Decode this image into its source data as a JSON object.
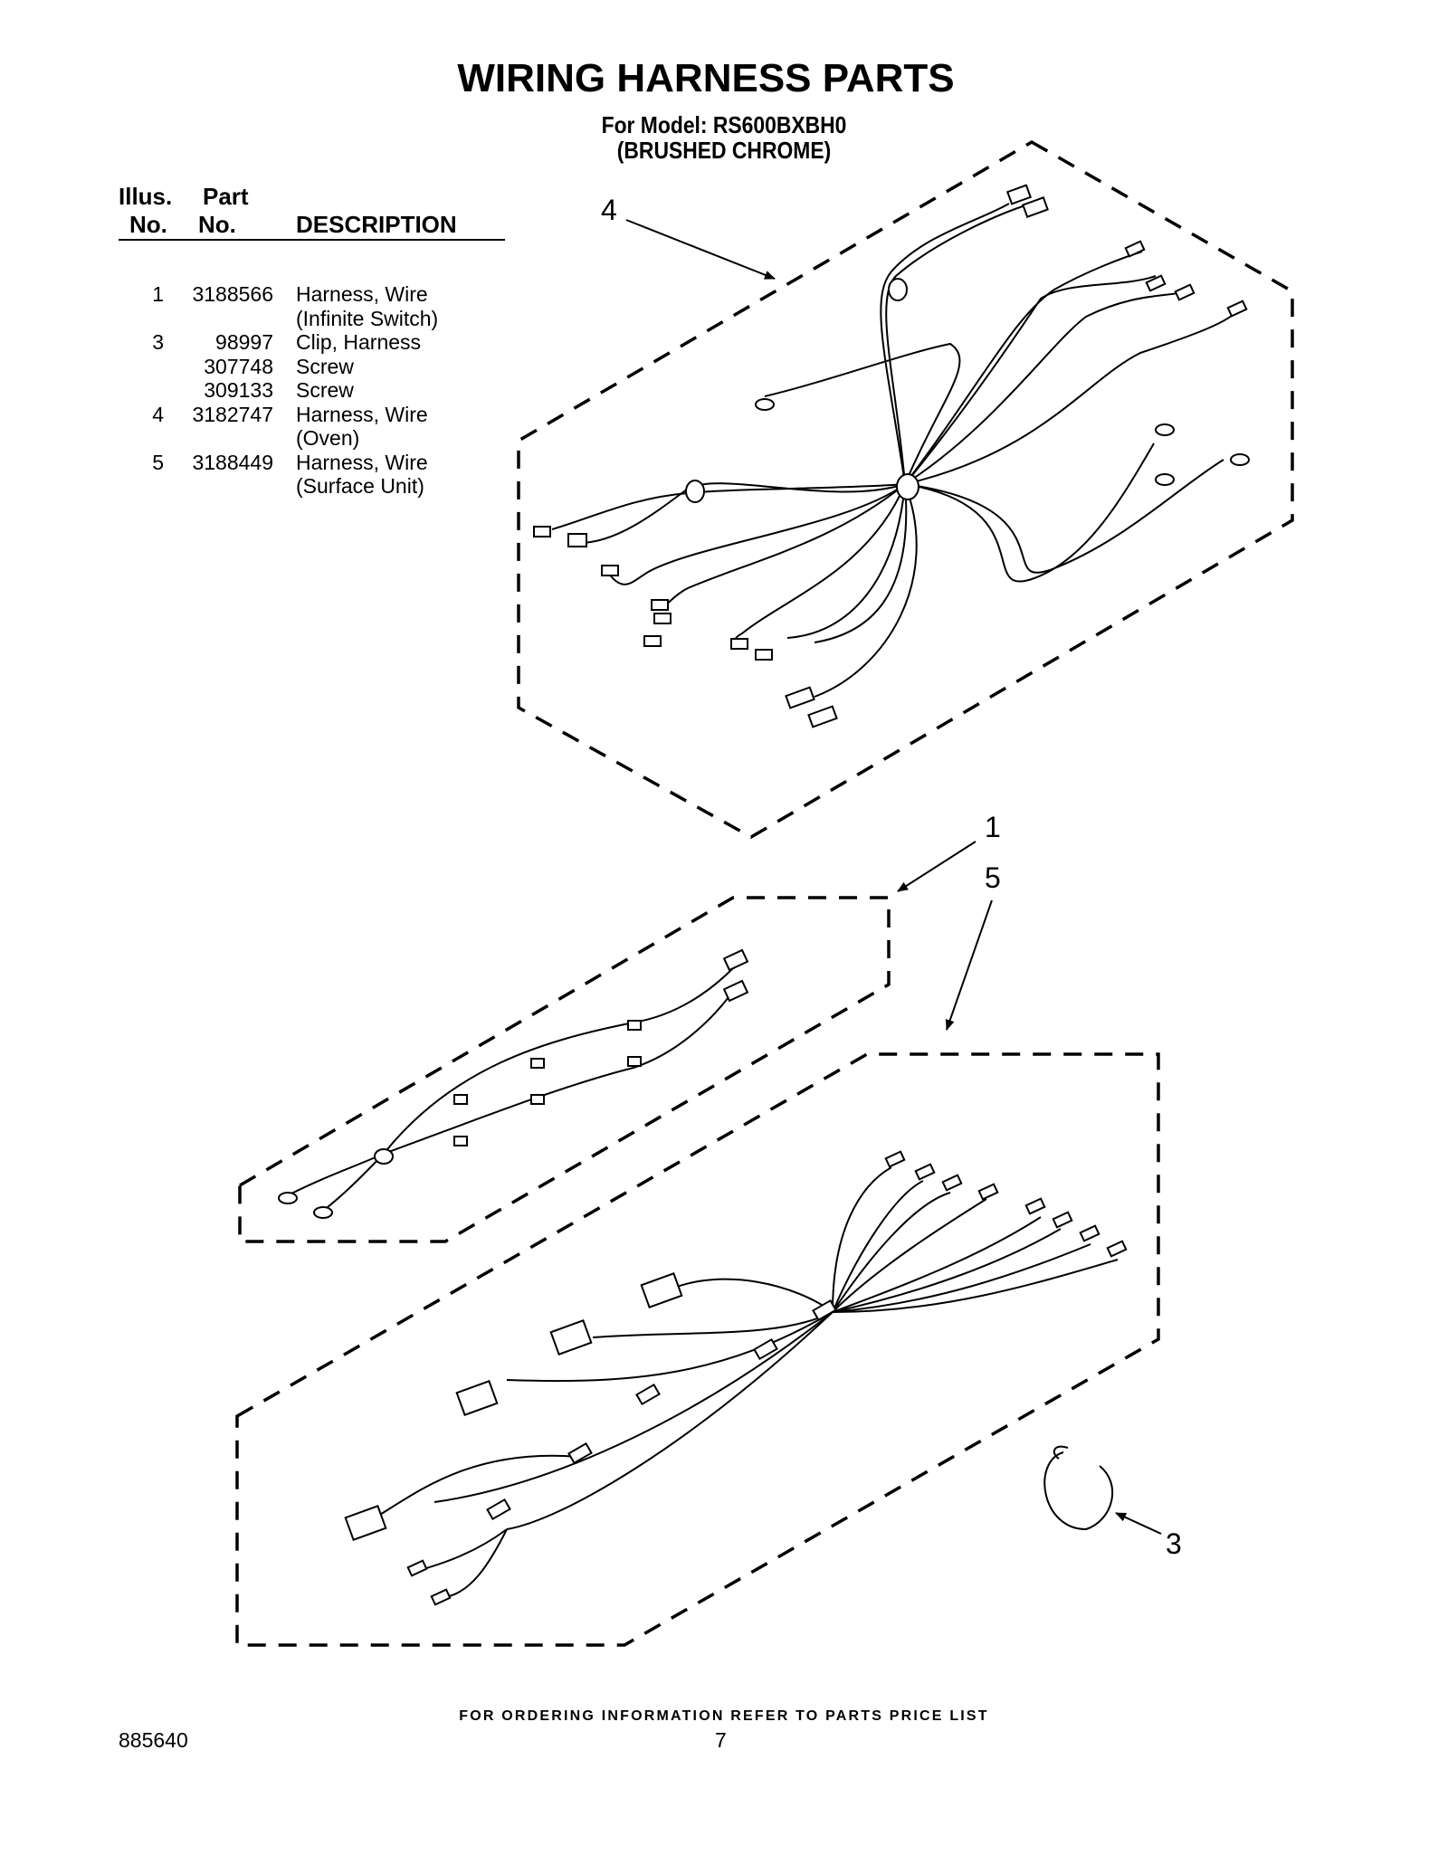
{
  "title": "WIRING HARNESS PARTS",
  "model_line1": "For Model: RS600BXBH0",
  "model_line2": "(BRUSHED CHROME)",
  "table_headers": {
    "illus_line1": "Illus.",
    "illus_line2": "No.",
    "part_line1": "Part",
    "part_line2": "No.",
    "description": "DESCRIPTION"
  },
  "parts": [
    {
      "illus": "1",
      "part": "3188566",
      "desc": "Harness, Wire"
    },
    {
      "illus": "",
      "part": "",
      "desc": "(Infinite Switch)"
    },
    {
      "illus": "3",
      "part": "98997",
      "desc": "Clip, Harness"
    },
    {
      "illus": "",
      "part": "307748",
      "desc": "Screw"
    },
    {
      "illus": "",
      "part": "309133",
      "desc": "Screw"
    },
    {
      "illus": "4",
      "part": "3182747",
      "desc": "Harness, Wire"
    },
    {
      "illus": "",
      "part": "",
      "desc": "(Oven)"
    },
    {
      "illus": "5",
      "part": "3188449",
      "desc": "Harness, Wire"
    },
    {
      "illus": "",
      "part": "",
      "desc": "(Surface Unit)"
    }
  ],
  "callouts": {
    "c4": "4",
    "c1": "1",
    "c5": "5",
    "c3": "3"
  },
  "footer": "FOR ORDERING INFORMATION REFER TO PARTS PRICE LIST",
  "doc_number": "885640",
  "page_number": "7"
}
